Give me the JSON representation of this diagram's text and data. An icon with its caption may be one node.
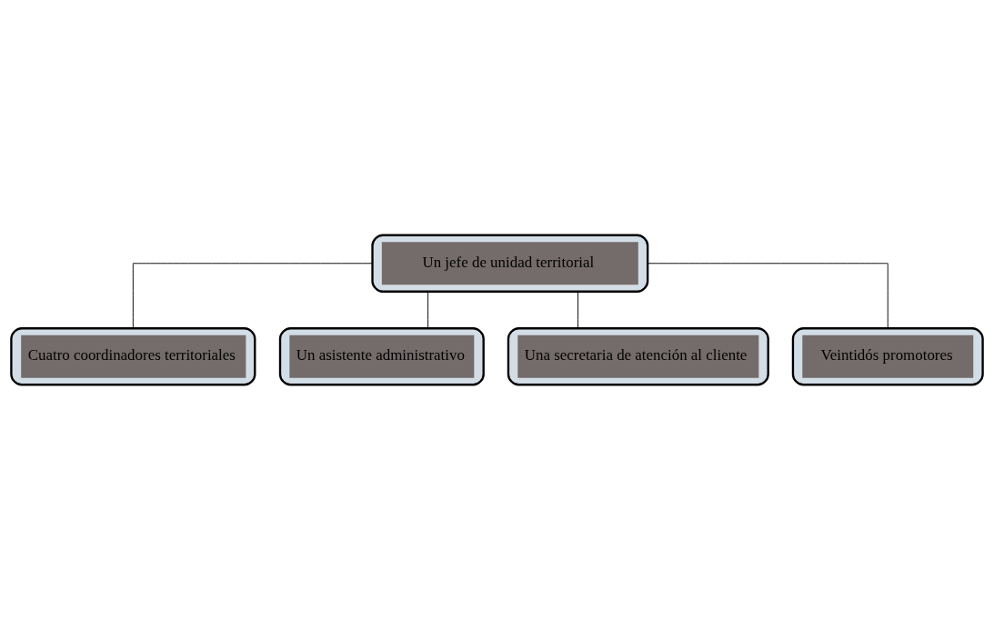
{
  "diagram": {
    "nodes": [
      {
        "text": [
          "Un jefe de unidad territorial"
        ]
      },
      {
        "text": [
          "Cuatro coordinadores territoriales"
        ]
      },
      {
        "text": [
          "Un asistente administrativo"
        ]
      },
      {
        "text": [
          "Una secretaria de atención al cliente"
        ]
      },
      {
        "text": [
          "Veintidós promotores"
        ]
      }
    ],
    "edges": [
      {
        "from": 0,
        "to": 1,
        "arrow": "none"
      },
      {
        "from": 0,
        "to": 2,
        "arrow": "none"
      },
      {
        "from": 0,
        "to": 3,
        "arrow": "none"
      },
      {
        "from": 0,
        "to": 4,
        "arrow": "none"
      }
    ]
  }
}
